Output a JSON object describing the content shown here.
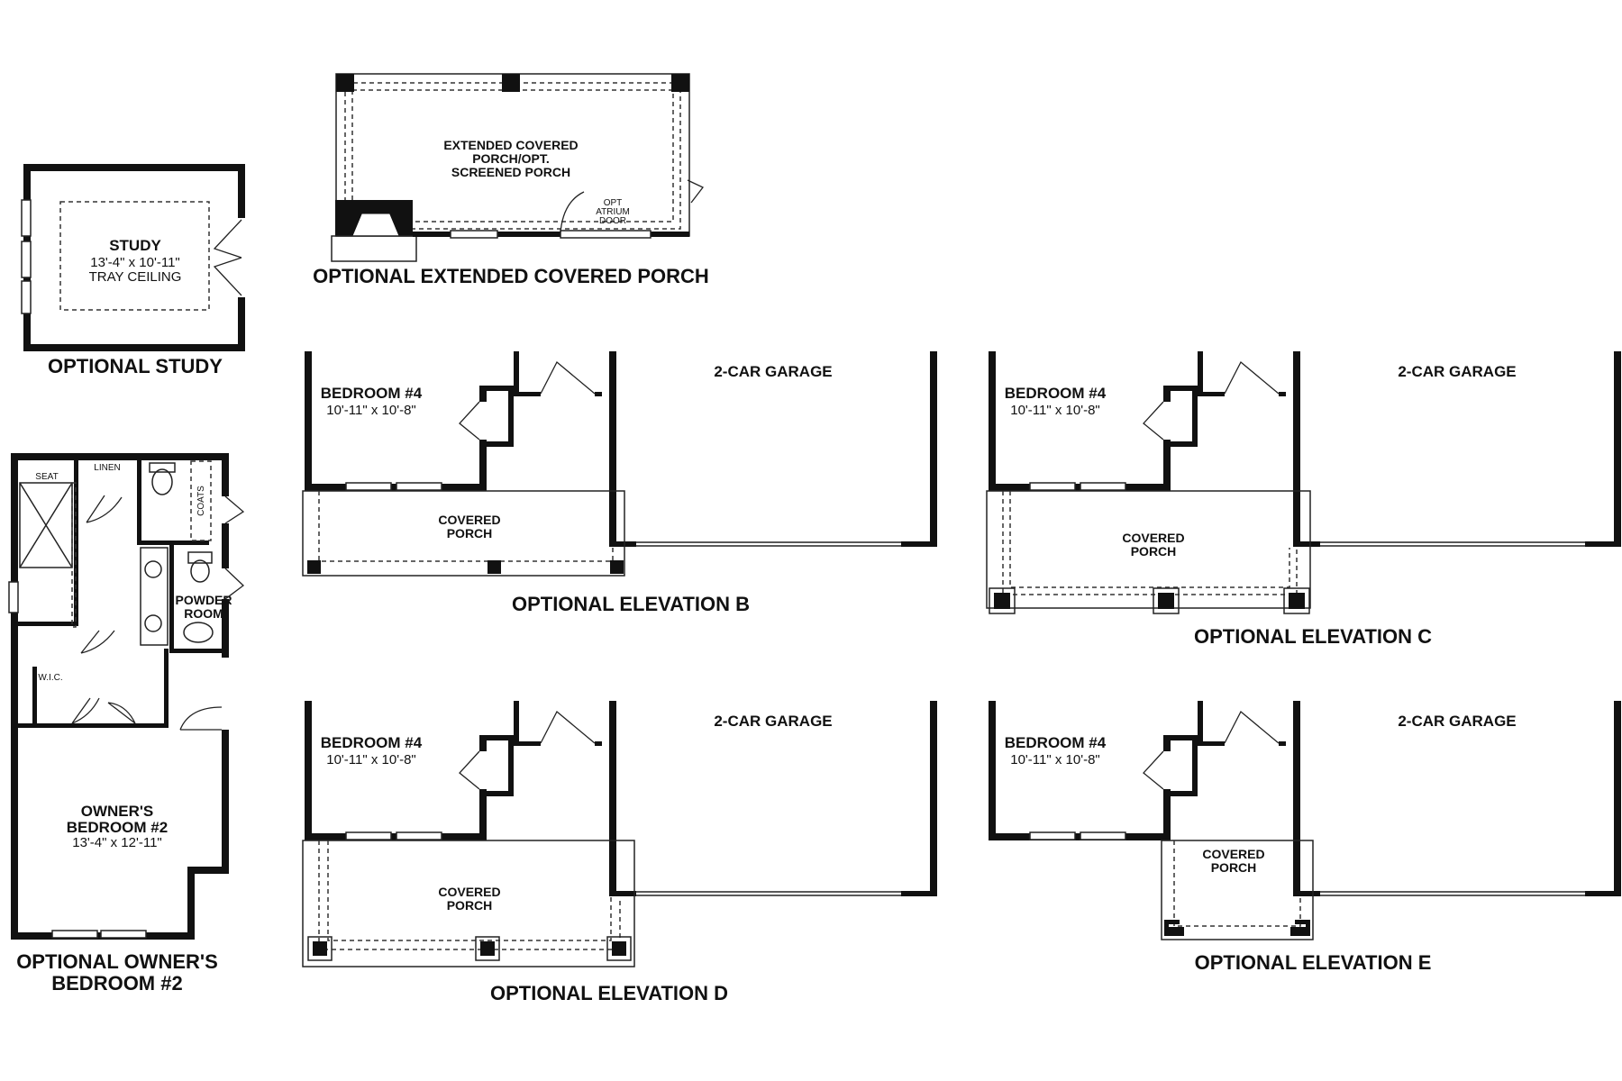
{
  "optional_study": {
    "caption": "OPTIONAL STUDY",
    "room_name": "STUDY",
    "room_dims": "13'-4\" x 10'-11\"",
    "room_note": "TRAY CEILING"
  },
  "extended_porch": {
    "caption": "OPTIONAL EXTENDED COVERED PORCH",
    "title_lines": [
      "EXTENDED COVERED",
      "PORCH/OPT.",
      "SCREENED PORCH"
    ],
    "door_lines": [
      "OPT",
      "ATRIUM",
      "DOOR"
    ]
  },
  "owners_bedroom": {
    "caption_lines": [
      "OPTIONAL OWNER'S",
      "BEDROOM #2"
    ],
    "bedroom_lines": [
      "OWNER'S",
      "BEDROOM #2"
    ],
    "bedroom_dims": "13'-4\" x 12'-11\"",
    "seat": "SEAT",
    "linen": "LINEN",
    "coats": "COATS",
    "powder_lines": [
      "POWDER",
      "ROOM"
    ],
    "wic": "W.I.C."
  },
  "elevation_b": {
    "caption": "OPTIONAL ELEVATION B",
    "bedroom": "BEDROOM #4",
    "bedroom_dims": "10'-11\" x 10'-8\"",
    "garage": "2-CAR GARAGE",
    "porch_lines": [
      "COVERED",
      "PORCH"
    ]
  },
  "elevation_c": {
    "caption": "OPTIONAL ELEVATION C",
    "bedroom": "BEDROOM #4",
    "bedroom_dims": "10'-11\" x 10'-8\"",
    "garage": "2-CAR GARAGE",
    "porch_lines": [
      "COVERED",
      "PORCH"
    ]
  },
  "elevation_d": {
    "caption": "OPTIONAL ELEVATION D",
    "bedroom": "BEDROOM #4",
    "bedroom_dims": "10'-11\" x 10'-8\"",
    "garage": "2-CAR GARAGE",
    "porch_lines": [
      "COVERED",
      "PORCH"
    ]
  },
  "elevation_e": {
    "caption": "OPTIONAL ELEVATION E",
    "bedroom": "BEDROOM #4",
    "bedroom_dims": "10'-11\" x 10'-8\"",
    "garage": "2-CAR GARAGE",
    "porch_lines": [
      "COVERED",
      "PORCH"
    ]
  }
}
